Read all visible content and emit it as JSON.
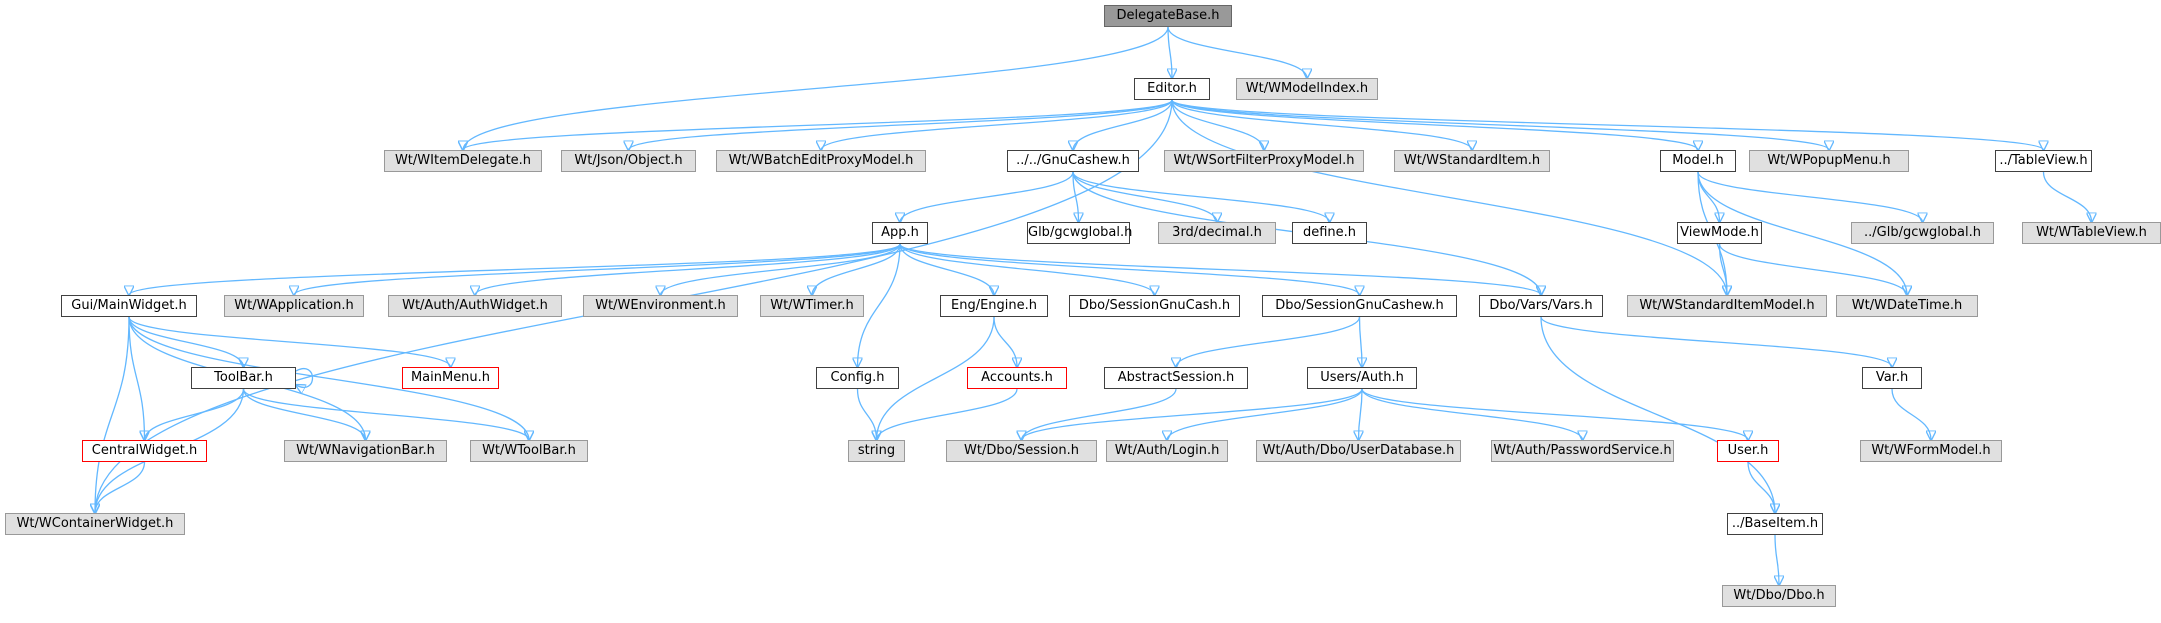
{
  "colors": {
    "edge": "#63b8ff",
    "external_fill": "#e0e0e0",
    "root_fill": "#999999",
    "missing_border": "#ff0000"
  },
  "nodes": [
    {
      "id": "delegatebase",
      "label": "DelegateBase.h",
      "kind": "root"
    },
    {
      "id": "editor",
      "label": "Editor.h",
      "kind": "normal"
    },
    {
      "id": "wmodelindex",
      "label": "Wt/WModelIndex.h",
      "kind": "ext"
    },
    {
      "id": "witemdelegate",
      "label": "Wt/WItemDelegate.h",
      "kind": "ext"
    },
    {
      "id": "jsonobject",
      "label": "Wt/Json/Object.h",
      "kind": "ext"
    },
    {
      "id": "wbatchedit",
      "label": "Wt/WBatchEditProxyModel.h",
      "kind": "ext"
    },
    {
      "id": "gnucashew",
      "label": "../../GnuCashew.h",
      "kind": "normal"
    },
    {
      "id": "wsortfilter",
      "label": "Wt/WSortFilterProxyModel.h",
      "kind": "ext"
    },
    {
      "id": "wstandarditem",
      "label": "Wt/WStandardItem.h",
      "kind": "ext"
    },
    {
      "id": "model",
      "label": "Model.h",
      "kind": "normal"
    },
    {
      "id": "wpopupmenu",
      "label": "Wt/WPopupMenu.h",
      "kind": "ext"
    },
    {
      "id": "tableview",
      "label": "../TableView.h",
      "kind": "normal"
    },
    {
      "id": "wtableview",
      "label": "Wt/WTableView.h",
      "kind": "ext"
    },
    {
      "id": "apph",
      "label": "App.h",
      "kind": "normal"
    },
    {
      "id": "glbgcw",
      "label": "Glb/gcwglobal.h",
      "kind": "normal"
    },
    {
      "id": "decimal",
      "label": "3rd/decimal.h",
      "kind": "ext"
    },
    {
      "id": "define",
      "label": "define.h",
      "kind": "normal"
    },
    {
      "id": "viewmode",
      "label": "ViewMode.h",
      "kind": "normal"
    },
    {
      "id": "glbgcw2",
      "label": "../Glb/gcwglobal.h",
      "kind": "ext"
    },
    {
      "id": "mainwidget",
      "label": "Gui/MainWidget.h",
      "kind": "normal"
    },
    {
      "id": "wapplication",
      "label": "Wt/WApplication.h",
      "kind": "ext"
    },
    {
      "id": "authwidget",
      "label": "Wt/Auth/AuthWidget.h",
      "kind": "ext"
    },
    {
      "id": "wenvironment",
      "label": "Wt/WEnvironment.h",
      "kind": "ext"
    },
    {
      "id": "wtimer",
      "label": "Wt/WTimer.h",
      "kind": "ext"
    },
    {
      "id": "engine",
      "label": "Eng/Engine.h",
      "kind": "normal"
    },
    {
      "id": "sessiongnucash",
      "label": "Dbo/SessionGnuCash.h",
      "kind": "normal"
    },
    {
      "id": "sessiongnucashew",
      "label": "Dbo/SessionGnuCashew.h",
      "kind": "normal"
    },
    {
      "id": "vars",
      "label": "Dbo/Vars/Vars.h",
      "kind": "normal"
    },
    {
      "id": "wstditemmodel",
      "label": "Wt/WStandardItemModel.h",
      "kind": "ext"
    },
    {
      "id": "wdatetime",
      "label": "Wt/WDateTime.h",
      "kind": "ext"
    },
    {
      "id": "mainmenu",
      "label": "MainMenu.h",
      "kind": "red"
    },
    {
      "id": "toolbar",
      "label": "ToolBar.h",
      "kind": "normal"
    },
    {
      "id": "config",
      "label": "Config.h",
      "kind": "normal"
    },
    {
      "id": "accounts",
      "label": "Accounts.h",
      "kind": "red"
    },
    {
      "id": "abstractsession",
      "label": "AbstractSession.h",
      "kind": "normal"
    },
    {
      "id": "usersauth",
      "label": "Users/Auth.h",
      "kind": "normal"
    },
    {
      "id": "varh",
      "label": "Var.h",
      "kind": "normal"
    },
    {
      "id": "centralwidget",
      "label": "CentralWidget.h",
      "kind": "red"
    },
    {
      "id": "wnavbar",
      "label": "Wt/WNavigationBar.h",
      "kind": "ext"
    },
    {
      "id": "wtoolbar",
      "label": "Wt/WToolBar.h",
      "kind": "ext"
    },
    {
      "id": "string",
      "label": "string",
      "kind": "ext"
    },
    {
      "id": "dbosession",
      "label": "Wt/Dbo/Session.h",
      "kind": "ext"
    },
    {
      "id": "authlogin",
      "label": "Wt/Auth/Login.h",
      "kind": "ext"
    },
    {
      "id": "userdb",
      "label": "Wt/Auth/Dbo/UserDatabase.h",
      "kind": "ext"
    },
    {
      "id": "passwordservice",
      "label": "Wt/Auth/PasswordService.h",
      "kind": "ext"
    },
    {
      "id": "userh",
      "label": "User.h",
      "kind": "red"
    },
    {
      "id": "wformmodel",
      "label": "Wt/WFormModel.h",
      "kind": "ext"
    },
    {
      "id": "wcontainer",
      "label": "Wt/WContainerWidget.h",
      "kind": "ext"
    },
    {
      "id": "baseitem",
      "label": "../BaseItem.h",
      "kind": "normal"
    },
    {
      "id": "dbodbo",
      "label": "Wt/Dbo/Dbo.h",
      "kind": "ext"
    }
  ],
  "edges": [
    [
      "delegatebase",
      "editor"
    ],
    [
      "delegatebase",
      "wmodelindex"
    ],
    [
      "delegatebase",
      "witemdelegate"
    ],
    [
      "editor",
      "witemdelegate"
    ],
    [
      "editor",
      "jsonobject"
    ],
    [
      "editor",
      "wbatchedit"
    ],
    [
      "editor",
      "gnucashew"
    ],
    [
      "editor",
      "wsortfilter"
    ],
    [
      "editor",
      "wstandarditem"
    ],
    [
      "editor",
      "model"
    ],
    [
      "editor",
      "wpopupmenu"
    ],
    [
      "editor",
      "tableview"
    ],
    [
      "editor",
      "wstditemmodel"
    ],
    [
      "editor",
      "wcontainer"
    ],
    [
      "tableview",
      "wtableview"
    ],
    [
      "gnucashew",
      "apph"
    ],
    [
      "gnucashew",
      "glbgcw"
    ],
    [
      "gnucashew",
      "decimal"
    ],
    [
      "gnucashew",
      "define"
    ],
    [
      "gnucashew",
      "vars"
    ],
    [
      "model",
      "viewmode"
    ],
    [
      "model",
      "glbgcw2"
    ],
    [
      "model",
      "wstditemmodel"
    ],
    [
      "model",
      "wdatetime"
    ],
    [
      "viewmode",
      "wstditemmodel"
    ],
    [
      "viewmode",
      "wdatetime"
    ],
    [
      "apph",
      "mainwidget"
    ],
    [
      "apph",
      "wapplication"
    ],
    [
      "apph",
      "authwidget"
    ],
    [
      "apph",
      "wenvironment"
    ],
    [
      "apph",
      "wtimer"
    ],
    [
      "apph",
      "config"
    ],
    [
      "apph",
      "engine"
    ],
    [
      "apph",
      "sessiongnucash"
    ],
    [
      "apph",
      "sessiongnucashew"
    ],
    [
      "apph",
      "vars"
    ],
    [
      "mainwidget",
      "mainmenu"
    ],
    [
      "mainwidget",
      "toolbar"
    ],
    [
      "mainwidget",
      "centralwidget"
    ],
    [
      "mainwidget",
      "wnavbar"
    ],
    [
      "mainwidget",
      "wtoolbar"
    ],
    [
      "mainwidget",
      "wcontainer"
    ],
    [
      "toolbar",
      "toolbar"
    ],
    [
      "toolbar",
      "centralwidget"
    ],
    [
      "toolbar",
      "wnavbar"
    ],
    [
      "toolbar",
      "wtoolbar"
    ],
    [
      "toolbar",
      "wcontainer"
    ],
    [
      "centralwidget",
      "wcontainer"
    ],
    [
      "config",
      "string"
    ],
    [
      "engine",
      "accounts"
    ],
    [
      "engine",
      "string"
    ],
    [
      "accounts",
      "string"
    ],
    [
      "sessiongnucashew",
      "abstractsession"
    ],
    [
      "sessiongnucashew",
      "usersauth"
    ],
    [
      "abstractsession",
      "dbosession"
    ],
    [
      "usersauth",
      "dbosession"
    ],
    [
      "usersauth",
      "authlogin"
    ],
    [
      "usersauth",
      "userdb"
    ],
    [
      "usersauth",
      "passwordservice"
    ],
    [
      "usersauth",
      "userh"
    ],
    [
      "userh",
      "baseitem"
    ],
    [
      "baseitem",
      "dbodbo"
    ],
    [
      "vars",
      "varh"
    ],
    [
      "vars",
      "baseitem"
    ],
    [
      "varh",
      "wformmodel"
    ]
  ]
}
